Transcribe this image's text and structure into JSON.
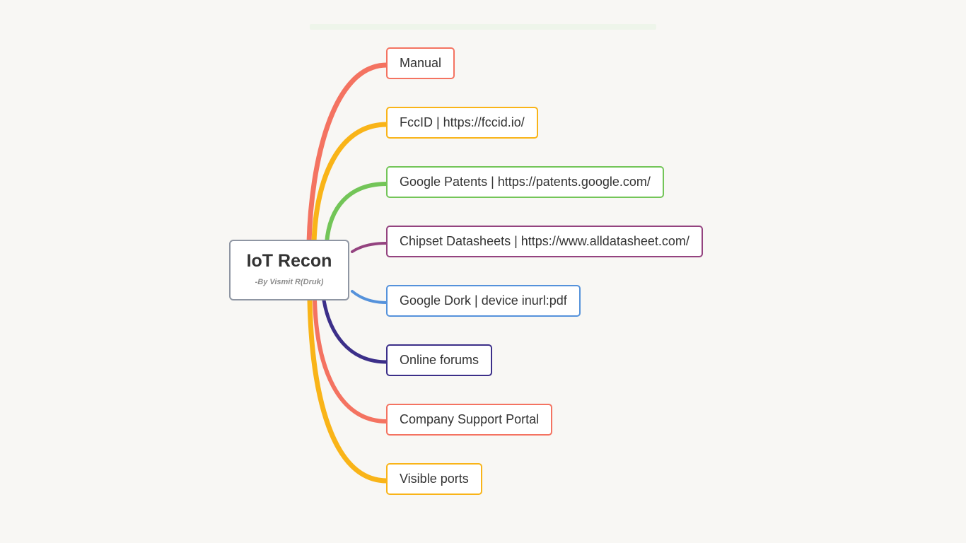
{
  "root": {
    "title": "IoT Recon",
    "subtitle": "-By Vismit R(Druk)"
  },
  "branches": [
    {
      "label": "Manual",
      "color": "#f47361"
    },
    {
      "label": "FccID | https://fccid.io/",
      "color": "#f9b418"
    },
    {
      "label": "Google Patents | https://patents.google.com/",
      "color": "#73c558"
    },
    {
      "label": "Chipset Datasheets | https://www.alldatasheet.com/",
      "color": "#94437f"
    },
    {
      "label": "Google Dork | device inurl:pdf",
      "color": "#5592db"
    },
    {
      "label": "Online forums",
      "color": "#3c2f89"
    },
    {
      "label": "Company Support Portal",
      "color": "#f47361"
    },
    {
      "label": "Visible ports",
      "color": "#f9b418"
    }
  ]
}
